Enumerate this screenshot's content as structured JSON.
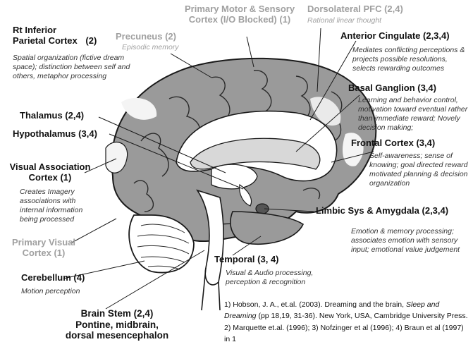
{
  "regions": {
    "rt_inferior_parietal": {
      "title_line1": "Rt Inferior",
      "title_line2": "Parietal Cortex",
      "refs": "(2)",
      "desc": "Spatial organization (fictive dream space); distinction between self and others, metaphor processing"
    },
    "precuneus": {
      "title": "Precuneus (2)",
      "desc": "Episodic memory"
    },
    "primary_motor_sensory": {
      "title_line1": "Primary Motor & Sensory",
      "title_line2": "Cortex (I/O Blocked) (1)"
    },
    "dorsolateral_pfc": {
      "title": "Dorsolateral PFC (2,4)",
      "desc": "Rational linear thought"
    },
    "anterior_cingulate": {
      "title": "Anterior Cingulate (2,3,4)",
      "desc": "Mediates conflicting perceptions & projects possible resolutions, selects rewarding outcomes"
    },
    "basal_ganglion": {
      "title": "Basal Ganglion (3,4)",
      "desc": "Learning and behavior control, motivation toward eventual rather than immediate reward; Novely decision making;"
    },
    "thalamus": {
      "title": "Thalamus (2,4)"
    },
    "hypothalamus": {
      "title": "Hypothalamus (3,4)"
    },
    "frontal_cortex": {
      "title": "Frontal Cortex (3,4)",
      "desc": "Self-awareness; sense of knowing; goal directed reward motivated planning & decision organization"
    },
    "visual_association": {
      "title_line1": "Visual Association",
      "title_line2": "Cortex (1)",
      "desc": "Creates Imagery associations with internal information being processed"
    },
    "primary_visual": {
      "title_line1": "Primary Visual",
      "title_line2": "Cortex (1)"
    },
    "limbic_amygdala": {
      "title": "Limbic Sys & Amygdala (2,3,4)",
      "desc": "Emotion & memory processing; associates emotion with sensory input; emotional value judgement"
    },
    "cerebellum": {
      "title": "Cerebellum (4)",
      "desc": "Motion perception"
    },
    "temporal": {
      "title": "Temporal (3, 4)",
      "desc": "Visual & Audio processing, perception & recognition"
    },
    "brain_stem": {
      "title_line1": "Brain Stem (2,4)",
      "title_line2": "Pontine, midbrain,",
      "title_line3": "dorsal mesencephalon"
    }
  },
  "references": {
    "part1": "1) Hobson, J. A., et.al. (2003). Dreaming and the brain, ",
    "part1_italic": "Sleep and Dreaming",
    "part2": " (pp 18,19, 31-36). New York, USA, Cambridge University Press.  2) Marquette et.al. (1996);  3) Nofzinger et al (1996); 4) Braun et al (1997) in 1"
  },
  "colors": {
    "cortex_fill": "#9a9a9a",
    "outline": "#1a1a1a",
    "highlight": "#f4f4f4",
    "muted_text": "#a0a0a0"
  }
}
